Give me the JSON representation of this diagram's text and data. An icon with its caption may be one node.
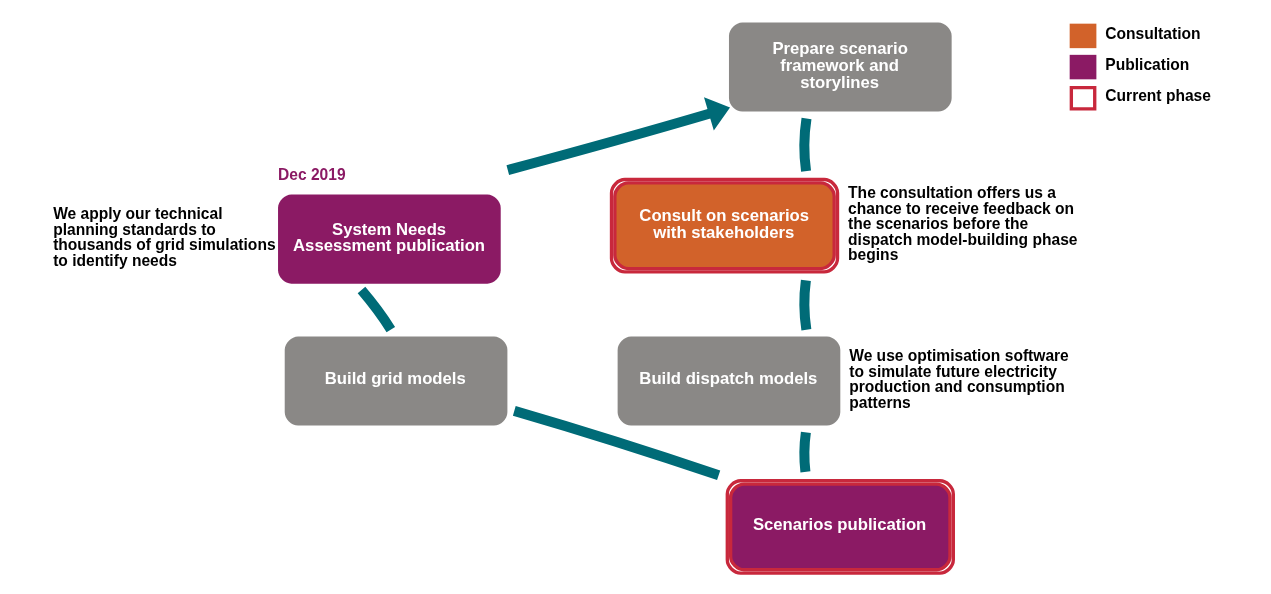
{
  "diagram": {
    "nodes": [
      {
        "text": [
          "Prepare scenario framework and storylines"
        ]
      },
      {
        "text": [
          "Consult on scenarios with stakeholders"
        ],
        "beside": [
          "The consultation offers us a chance to receive feedback on the scenarios before the dispatch model-building phase begins"
        ]
      },
      {
        "text": [
          "Build dispatch models"
        ],
        "beside": [
          "We use optimisation software to simulate future electricity production and consumption patterns"
        ]
      },
      {
        "text": [
          "Scenarios publication"
        ]
      },
      {
        "text": [
          "Build grid models"
        ]
      },
      {
        "text": [
          "System Needs Assessment publication"
        ],
        "beside": [
          "Dec 2019",
          "We apply our technical planning standards to thousands of grid simulations to identify needs"
        ]
      }
    ],
    "edges": [
      {
        "from": 0,
        "to": 1,
        "arrow": "none"
      },
      {
        "from": 1,
        "to": 2,
        "arrow": "none"
      },
      {
        "from": 2,
        "to": 3,
        "arrow": "none"
      },
      {
        "from": 3,
        "to": 4,
        "arrow": "none"
      },
      {
        "from": 4,
        "to": 5,
        "arrow": "none"
      },
      {
        "from": 5,
        "to": 0,
        "arrow": "to"
      }
    ],
    "legend": [
      {
        "text": "Consultation",
        "color": "#d2622a"
      },
      {
        "text": "Publication",
        "color": "#8b1a64"
      },
      {
        "text": "Current phase"
      }
    ]
  }
}
